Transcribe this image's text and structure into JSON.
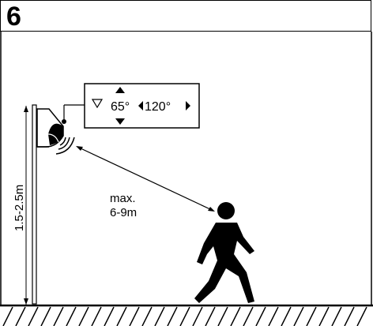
{
  "step_number": "6",
  "sensor_box": {
    "tilt_angle": "65°",
    "spread_angle": "120°"
  },
  "mount_height_label": "1.5-2.5m",
  "range_label": {
    "line1": "max.",
    "line2": "6-9m"
  }
}
